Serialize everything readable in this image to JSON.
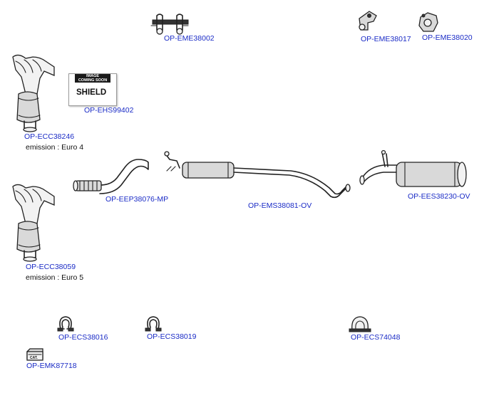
{
  "parts": [
    {
      "id": "ope-eme38002",
      "label": "OP-EME38002"
    },
    {
      "id": "ope-eme38017",
      "label": "OP-EME38017"
    },
    {
      "id": "ope-eme38020",
      "label": "OP-EME38020"
    },
    {
      "id": "ope-ehs99402",
      "label": "OP-EHS99402"
    },
    {
      "id": "ope-ecc38246",
      "label": "OP-ECC38246",
      "emission": "emission : Euro 4"
    },
    {
      "id": "ope-eep38076",
      "label": "OP-EEP38076-MP"
    },
    {
      "id": "ope-ems38081",
      "label": "OP-EMS38081-OV"
    },
    {
      "id": "ope-ees38230",
      "label": "OP-EES38230-OV"
    },
    {
      "id": "ope-ecc38059",
      "label": "OP-ECC38059",
      "emission": "emission : Euro 5"
    },
    {
      "id": "ope-ecs38016",
      "label": "OP-ECS38016"
    },
    {
      "id": "ope-ecs38019",
      "label": "OP-ECS38019"
    },
    {
      "id": "ope-ecs74048",
      "label": "OP-ECS74048"
    },
    {
      "id": "ope-emk87718",
      "label": "OP-EMK87718"
    }
  ],
  "placeholder": {
    "line1": "IMAGE",
    "line2": "COMING SOON",
    "title": "SHIELD"
  },
  "cat_badge": "CAT."
}
